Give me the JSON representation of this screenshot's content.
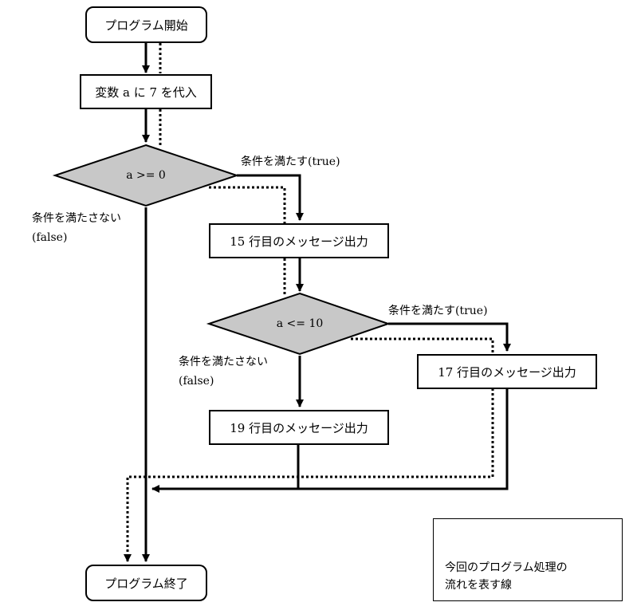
{
  "nodes": {
    "start": "プログラム開始",
    "assign": "変数 a に 7 を代入",
    "cond1": "a >= 0",
    "print15": "15 行目のメッセージ出力",
    "cond2": "a <= 10",
    "print17": "17 行目のメッセージ出力",
    "print19": "19 行目のメッセージ出力",
    "end": "プログラム終了"
  },
  "edge_labels": {
    "cond1_true": "条件を満たす(true)",
    "cond1_false_line1": "条件を満たさない",
    "cond1_false_line2": "(false)",
    "cond2_true": "条件を満たす(true)",
    "cond2_false_line1": "条件を満たさない",
    "cond2_false_line2": "(false)"
  },
  "legend": {
    "description_line1": "今回のプログラム処理の",
    "description_line2": "流れを表す線"
  },
  "colors": {
    "diamond_fill": "#c8c8c8",
    "line": "#000000",
    "background": "#ffffff"
  }
}
